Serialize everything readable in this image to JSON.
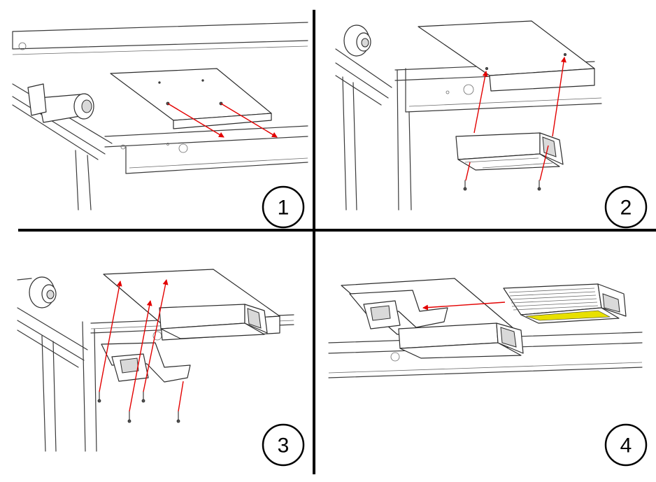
{
  "steps": [
    {
      "number": "1"
    },
    {
      "number": "2"
    },
    {
      "number": "3"
    },
    {
      "number": "4"
    }
  ],
  "colors": {
    "arrow": "#e30000",
    "line": "#3a3a3a",
    "divider": "#000000",
    "yellow_cells": "#e8e000"
  }
}
